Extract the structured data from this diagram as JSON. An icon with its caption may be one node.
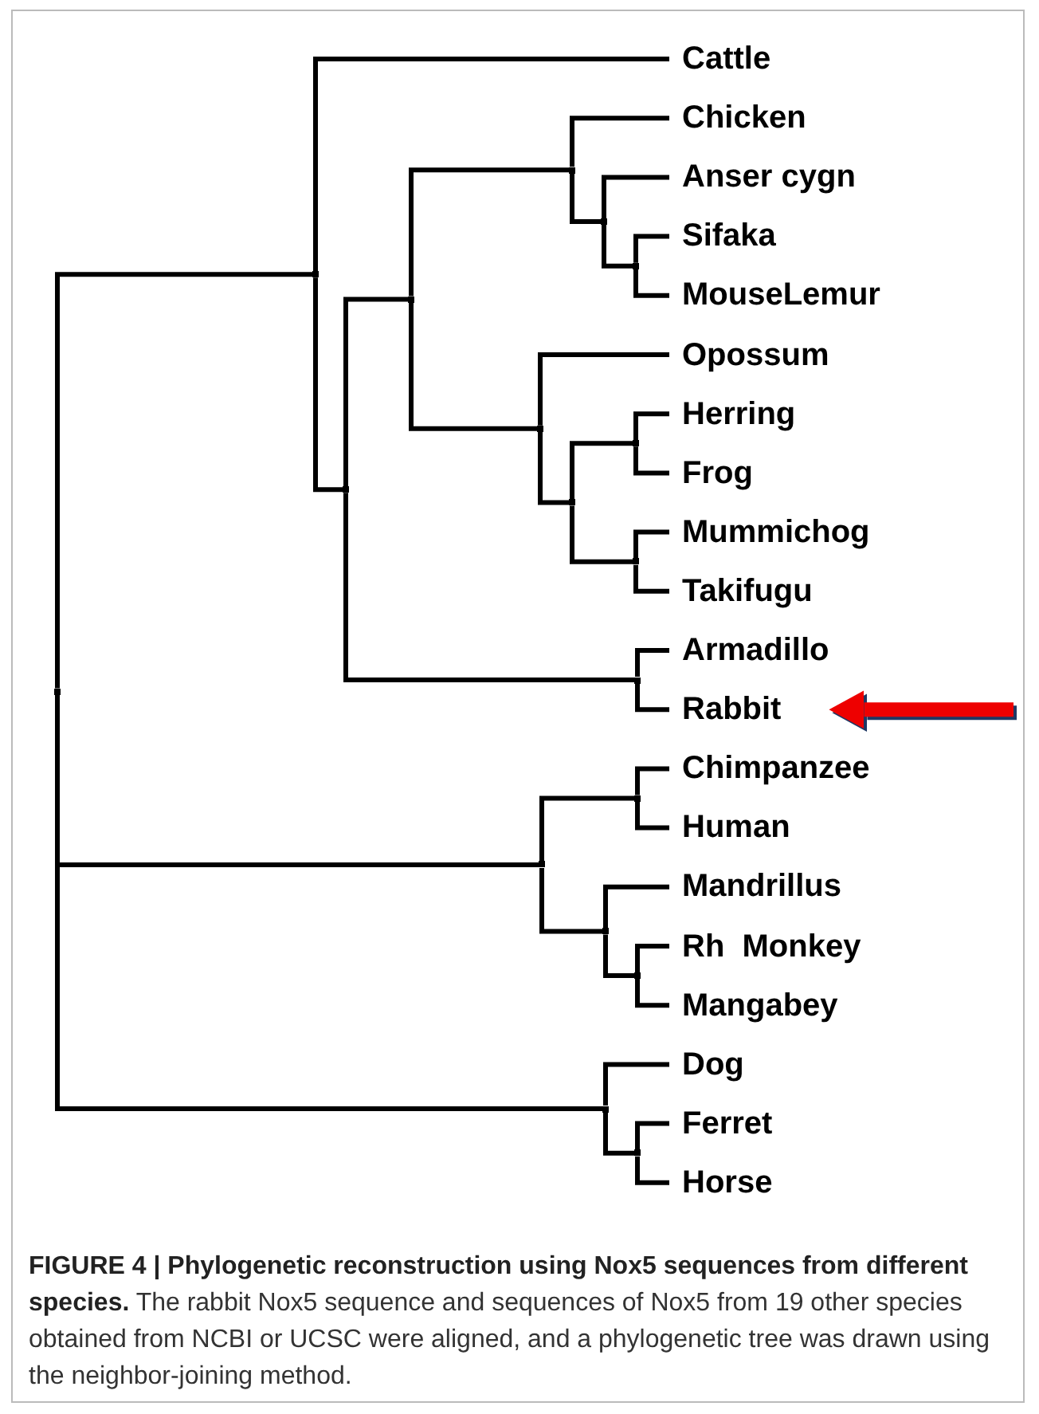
{
  "diagram": {
    "caption": "**FIGURE 4 | Phylogenetic reconstruction using Nox5 sequences from different species.** The rabbit Nox5 sequence and sequences of Nox5 from 19 other species obtained from NCBI or UCSC were aligned, and a phylogenetic tree was drawn using the neighbor-joining method.",
    "nodes": [
      {
        "text": [
          "Cattle"
        ]
      },
      {
        "text": [
          "Chicken"
        ]
      },
      {
        "text": [
          "Anser cygn"
        ]
      },
      {
        "text": [
          "Sifaka"
        ]
      },
      {
        "text": [
          "MouseLemur"
        ]
      },
      {
        "text": [
          "Opossum"
        ]
      },
      {
        "text": [
          "Herring"
        ]
      },
      {
        "text": [
          "Frog"
        ]
      },
      {
        "text": [
          "Mummichog"
        ]
      },
      {
        "text": [
          "Takifugu"
        ]
      },
      {
        "text": [
          "Armadillo"
        ]
      },
      {
        "text": [
          "Rabbit"
        ]
      },
      {
        "text": [
          "Chimpanzee"
        ]
      },
      {
        "text": [
          "Human"
        ]
      },
      {
        "text": [
          "Mandrillus"
        ]
      },
      {
        "text": [
          "Rh  Monkey"
        ]
      },
      {
        "text": [
          "Mangabey"
        ]
      },
      {
        "text": [
          "Dog"
        ]
      },
      {
        "text": [
          "Ferret"
        ]
      },
      {
        "text": [
          "Horse"
        ]
      },
      {
        "text": [],
        "shape": "point"
      },
      {
        "text": [],
        "shape": "point"
      },
      {
        "text": [],
        "shape": "point"
      },
      {
        "text": [],
        "shape": "point"
      },
      {
        "text": [],
        "shape": "point"
      },
      {
        "text": [],
        "shape": "point"
      },
      {
        "text": [],
        "shape": "point"
      },
      {
        "text": [],
        "shape": "point"
      },
      {
        "text": [],
        "shape": "point"
      },
      {
        "text": [],
        "shape": "point"
      },
      {
        "text": [],
        "shape": "point"
      },
      {
        "text": [],
        "shape": "point"
      },
      {
        "text": [],
        "shape": "point"
      },
      {
        "text": [],
        "shape": "point"
      },
      {
        "text": [],
        "shape": "point"
      },
      {
        "text": [],
        "shape": "point"
      },
      {
        "text": [],
        "shape": "point"
      },
      {
        "text": [],
        "shape": "point"
      }
    ],
    "edges": [
      {
        "from": 20,
        "to": 21,
        "arrow": "none"
      },
      {
        "from": 20,
        "to": 32,
        "arrow": "none"
      },
      {
        "from": 20,
        "to": 36,
        "arrow": "none"
      },
      {
        "from": 21,
        "to": 0,
        "arrow": "none"
      },
      {
        "from": 21,
        "to": 22,
        "arrow": "none"
      },
      {
        "from": 22,
        "to": 23,
        "arrow": "none"
      },
      {
        "from": 22,
        "to": 31,
        "arrow": "none"
      },
      {
        "from": 23,
        "to": 24,
        "arrow": "none"
      },
      {
        "from": 23,
        "to": 27,
        "arrow": "none"
      },
      {
        "from": 24,
        "to": 1,
        "arrow": "none"
      },
      {
        "from": 24,
        "to": 25,
        "arrow": "none"
      },
      {
        "from": 25,
        "to": 2,
        "arrow": "none"
      },
      {
        "from": 25,
        "to": 26,
        "arrow": "none"
      },
      {
        "from": 26,
        "to": 3,
        "arrow": "none"
      },
      {
        "from": 26,
        "to": 4,
        "arrow": "none"
      },
      {
        "from": 27,
        "to": 5,
        "arrow": "none"
      },
      {
        "from": 27,
        "to": 28,
        "arrow": "none"
      },
      {
        "from": 28,
        "to": 29,
        "arrow": "none"
      },
      {
        "from": 28,
        "to": 30,
        "arrow": "none"
      },
      {
        "from": 29,
        "to": 6,
        "arrow": "none"
      },
      {
        "from": 29,
        "to": 7,
        "arrow": "none"
      },
      {
        "from": 30,
        "to": 8,
        "arrow": "none"
      },
      {
        "from": 30,
        "to": 9,
        "arrow": "none"
      },
      {
        "from": 31,
        "to": 10,
        "arrow": "none"
      },
      {
        "from": 31,
        "to": 11,
        "arrow": "none"
      },
      {
        "from": 32,
        "to": 33,
        "arrow": "none"
      },
      {
        "from": 32,
        "to": 34,
        "arrow": "none"
      },
      {
        "from": 33,
        "to": 12,
        "arrow": "none"
      },
      {
        "from": 33,
        "to": 13,
        "arrow": "none"
      },
      {
        "from": 34,
        "to": 14,
        "arrow": "none"
      },
      {
        "from": 34,
        "to": 35,
        "arrow": "none"
      },
      {
        "from": 35,
        "to": 15,
        "arrow": "none"
      },
      {
        "from": 35,
        "to": 16,
        "arrow": "none"
      },
      {
        "from": 36,
        "to": 17,
        "arrow": "none"
      },
      {
        "from": 36,
        "to": 37,
        "arrow": "none"
      },
      {
        "from": 37,
        "to": 18,
        "arrow": "none"
      },
      {
        "from": 37,
        "to": 19,
        "arrow": "none"
      },
      {
        "from": null,
        "to": 11,
        "arrow": "to",
        "style": "thick",
        "color": "#ee0000"
      }
    ]
  }
}
